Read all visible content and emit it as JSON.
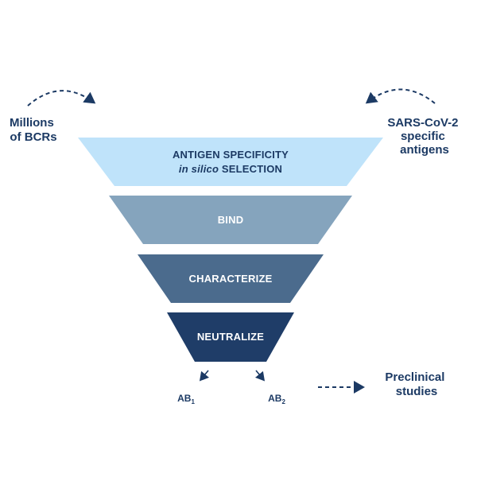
{
  "tiers": [
    {
      "line1": "ANTIGEN SPECIFICITY",
      "line2_italic": "in silico",
      "line2_rest": " SELECTION",
      "fill": "#bfe3fa",
      "text_color": "#1c3a64"
    },
    {
      "label": "BIND",
      "fill": "#85a4bd",
      "text_color": "#ffffff"
    },
    {
      "label": "CHARACTERIZE",
      "fill": "#4b6b8d",
      "text_color": "#ffffff"
    },
    {
      "label": "NEUTRALIZE",
      "fill": "#1f3d68",
      "text_color": "#ffffff"
    }
  ],
  "inputs": {
    "left": [
      "Millions",
      "of BCRs"
    ],
    "right": [
      "SARS-CoV-2",
      "specific",
      "antigens"
    ]
  },
  "outputs": {
    "ab1": {
      "base": "AB",
      "sub": "1"
    },
    "ab2": {
      "base": "AB",
      "sub": "2"
    },
    "next": [
      "Preclinical",
      "studies"
    ]
  },
  "colors": {
    "text": "#1c3a64",
    "arrow": "#1c3a64"
  }
}
